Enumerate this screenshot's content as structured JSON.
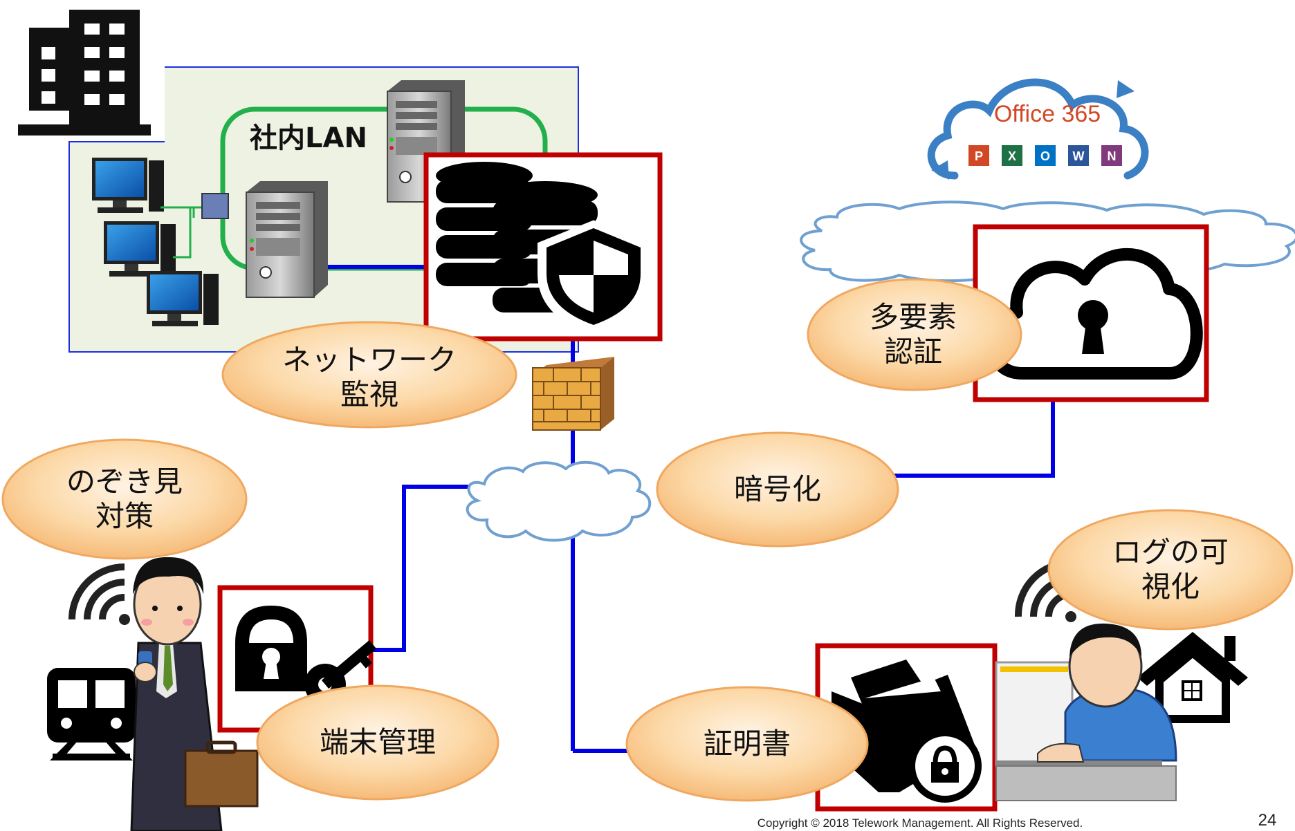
{
  "labels": {
    "lan": "社内LAN",
    "network": "ネットワーク\n監視",
    "mfa": "多要素\n認証",
    "nozoki": "のぞき見\n対策",
    "encrypt": "暗号化",
    "log": "ログの可\n視化",
    "device": "端末管理",
    "cert": "証明書"
  },
  "office": {
    "title": "Office 365",
    "apps": [
      "P",
      "X",
      "O",
      "W",
      "N"
    ]
  },
  "footer": {
    "copyright": "Copyright © 2018 Telework Management. All Rights Reserved.",
    "page": "24"
  },
  "colors": {
    "bubble_fill": "#fcd9a8",
    "bubble_stroke": "#f0a860",
    "highlight_box": "#c00000",
    "link_line": "#0000e6",
    "lan_ring": "#21b04b",
    "office_red": "#d24726",
    "cloud_outline": "#6fa0d0"
  }
}
